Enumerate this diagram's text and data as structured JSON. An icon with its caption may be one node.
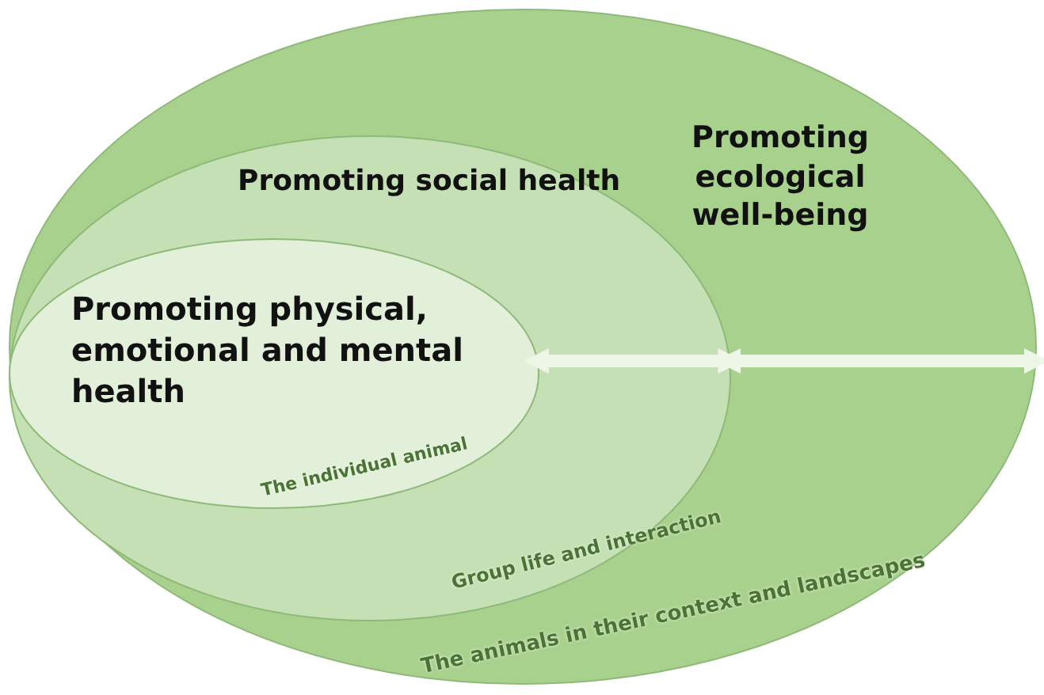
{
  "diagram": {
    "nodes": [
      {
        "text": [
          "Promoting ecological well-being",
          "The animals in their context and landscapes"
        ]
      },
      {
        "text": [
          "Promoting social health",
          "Group life and interaction"
        ],
        "in": 0
      },
      {
        "text": [
          "Promoting physical, emotional and mental health",
          "The individual animal"
        ],
        "in": 1
      }
    ],
    "edges": [
      {
        "from": 2,
        "to": 1,
        "arrow": "both"
      },
      {
        "from": 1,
        "to": 0,
        "arrow": "both"
      }
    ]
  }
}
